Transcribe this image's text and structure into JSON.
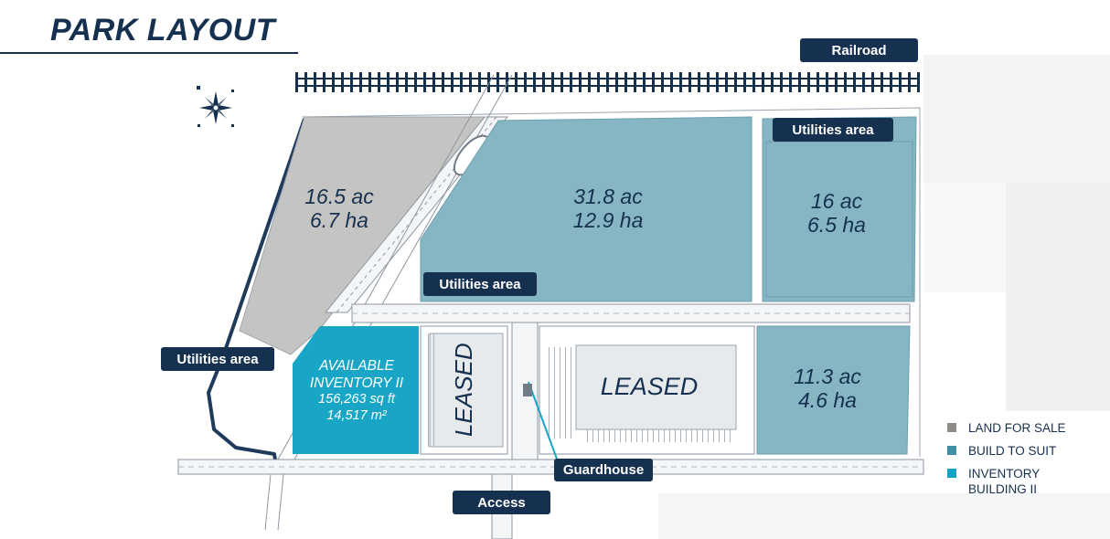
{
  "title": "PARK LAYOUT",
  "labels": {
    "railroad": "Railroad",
    "utilities_top_right": "Utilities area",
    "utilities_center": "Utilities area",
    "utilities_left": "Utilities area",
    "guardhouse": "Guardhouse",
    "access": "Access"
  },
  "lots": {
    "gray": {
      "acres": "16.5 ac",
      "hectares": "6.7 ha"
    },
    "center_north": {
      "acres": "31.8 ac",
      "hectares": "12.9 ha"
    },
    "east_north": {
      "acres": "16 ac",
      "hectares": "6.5 ha"
    },
    "east_south": {
      "acres": "11.3 ac",
      "hectares": "4.6 ha"
    },
    "inventory": {
      "line1": "AVAILABLE",
      "line2": "INVENTORY II",
      "sqft": "156,263 sq ft",
      "sqm": "14,517 m²"
    },
    "leased_vertical": "LEASED",
    "leased_horizontal": "LEASED"
  },
  "legend": [
    {
      "label": "LAND FOR SALE",
      "color": "#8f8c87"
    },
    {
      "label": "BUILD TO SUIT",
      "color": "#3f8fa5"
    },
    {
      "label": "INVENTORY BUILDING II",
      "color": "#12a3c4"
    }
  ],
  "colors": {
    "navy": "#16304f",
    "land_for_sale": "#c4c4c2",
    "build_to_suit": "#86b6c4",
    "inventory": "#19a6c6"
  }
}
